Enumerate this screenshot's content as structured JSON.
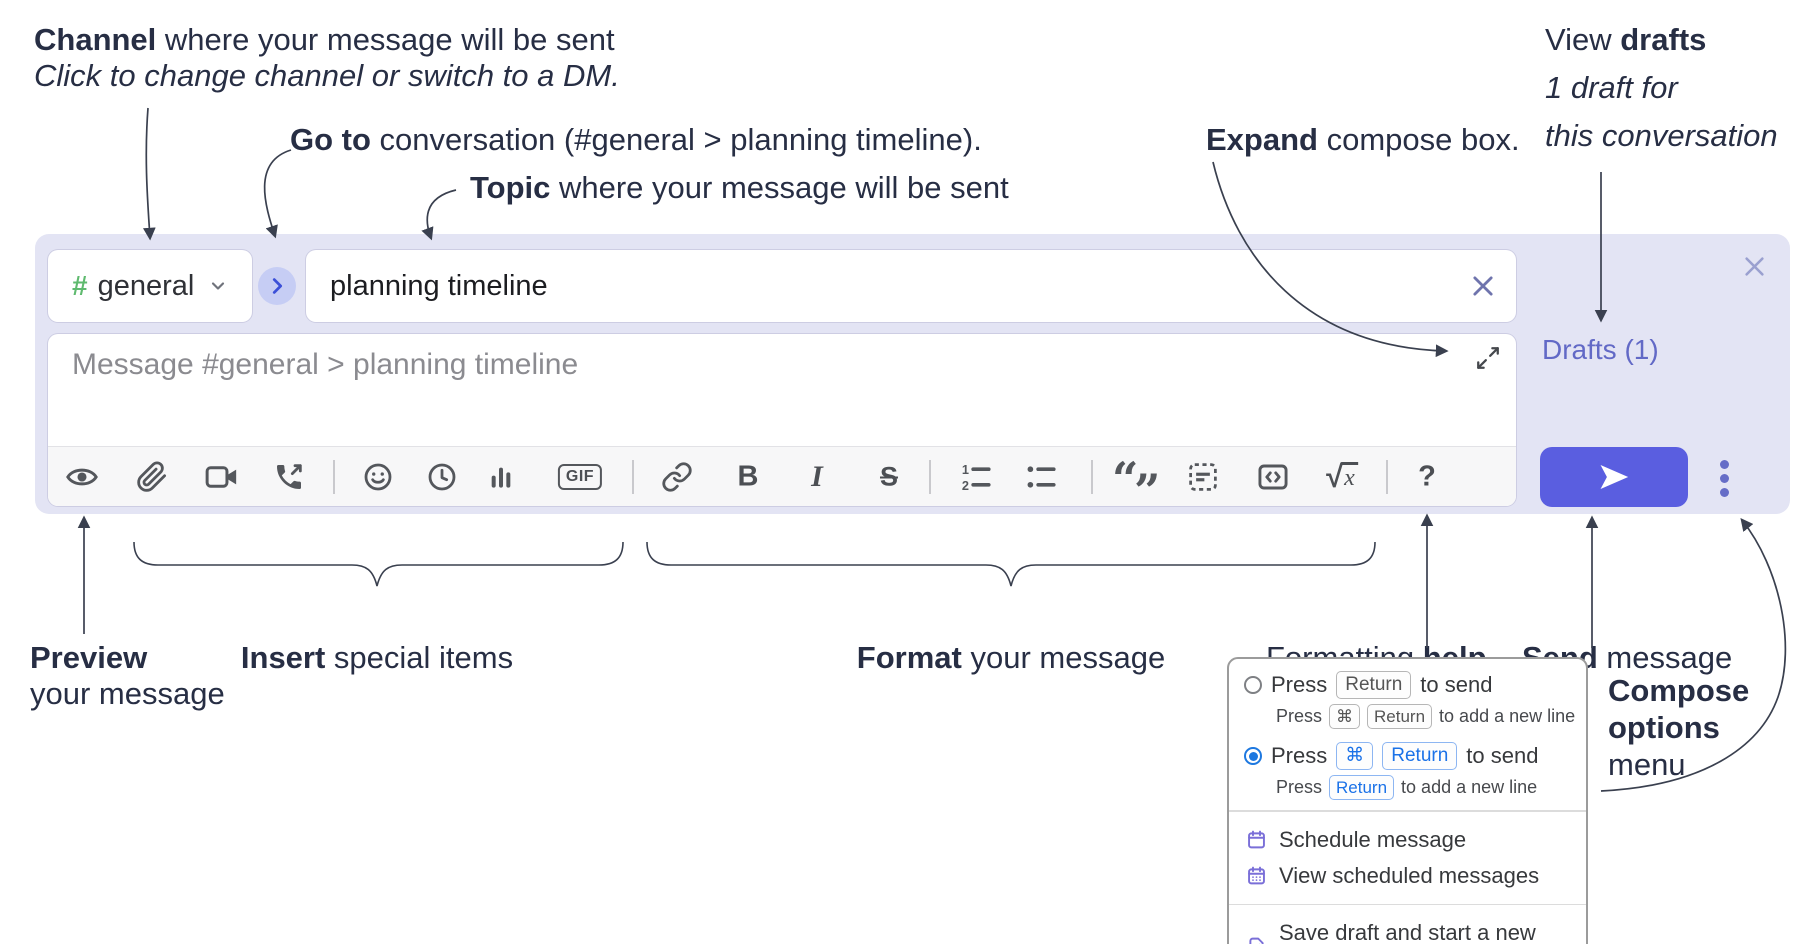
{
  "annotations": {
    "channel": {
      "bold": "Channel",
      "rest": " where your message will be sent",
      "sub": "Click to change channel or switch to a DM."
    },
    "goto": {
      "bold": "Go to",
      "rest": " conversation (#general > planning timeline)."
    },
    "topic": {
      "bold": "Topic",
      "rest": " where your message will be sent"
    },
    "view_drafts": {
      "pre": "View ",
      "bold": "drafts",
      "line2": "1 draft for",
      "line3": "this conversation"
    },
    "expand": {
      "bold": "Expand",
      "rest": " compose box."
    },
    "preview": {
      "bold": "Preview",
      "line2": "your message"
    },
    "insert": {
      "bold": "Insert",
      "rest": " special items"
    },
    "format": {
      "bold": "Format",
      "rest": " your message"
    },
    "formatting_help": {
      "pre": "Formatting ",
      "bold": "help"
    },
    "send": {
      "bold": "Send",
      "rest": " message"
    },
    "compose_options": {
      "line1": "Compose",
      "line2": "options",
      "line3": "menu"
    }
  },
  "composer": {
    "channel_prefix": "#",
    "channel_name": "general",
    "topic_value": "planning timeline",
    "message_placeholder": "Message #general > planning timeline",
    "drafts_label": "Drafts (1)",
    "gif_label": "GIF",
    "bold_label": "B",
    "italic_label": "I",
    "strike_label": "S",
    "help_label": "?",
    "sqrt_root": "√",
    "sqrt_x": "x",
    "quote_open": "“",
    "quote_close": "”",
    "ol_1": "1",
    "ol_2": "2"
  },
  "toolbar": {
    "icons": [
      "preview-eye",
      "attach-paperclip",
      "video-clip",
      "audio-call",
      "emoji",
      "recent-clock",
      "poll-bars",
      "gif",
      "link",
      "bold",
      "italic",
      "strikethrough",
      "ordered-list",
      "bullet-list",
      "blockquote",
      "code-block",
      "code-inline",
      "formula",
      "formatting-help"
    ]
  },
  "menu": {
    "option1": {
      "text_pre": "Press",
      "key": "Return",
      "text_post": "to send",
      "sub_pre": "Press",
      "sub_key1": "⌘",
      "sub_key2": "Return",
      "sub_post": "to add a new line"
    },
    "option2": {
      "text_pre": "Press",
      "key1": "⌘",
      "key2": "Return",
      "text_post": "to send",
      "sub_pre": "Press",
      "sub_key": "Return",
      "sub_post": "to add a new line"
    },
    "items": [
      {
        "label": "Schedule message",
        "icon": "calendar-icon"
      },
      {
        "label": "View scheduled messages",
        "icon": "calendar-grid-icon"
      },
      {
        "label": "Save draft and start a new message",
        "icon": "save-draft-icon"
      }
    ]
  },
  "colors": {
    "panel_bg": "#e3e4f4",
    "send_button": "#5a5ee0",
    "drafts_link": "#6269c6",
    "hash_green": "#5fba6f",
    "go_circle_bg": "#c6cdf4",
    "go_chevron": "#3c50d8",
    "menu_icon_purple": "#7a6fd8",
    "radio_selected": "#1d78e0",
    "kbd_blue": "#1a73e8",
    "toolbar_icon_gray": "#54575c",
    "annotation_navy": "#272e44"
  }
}
